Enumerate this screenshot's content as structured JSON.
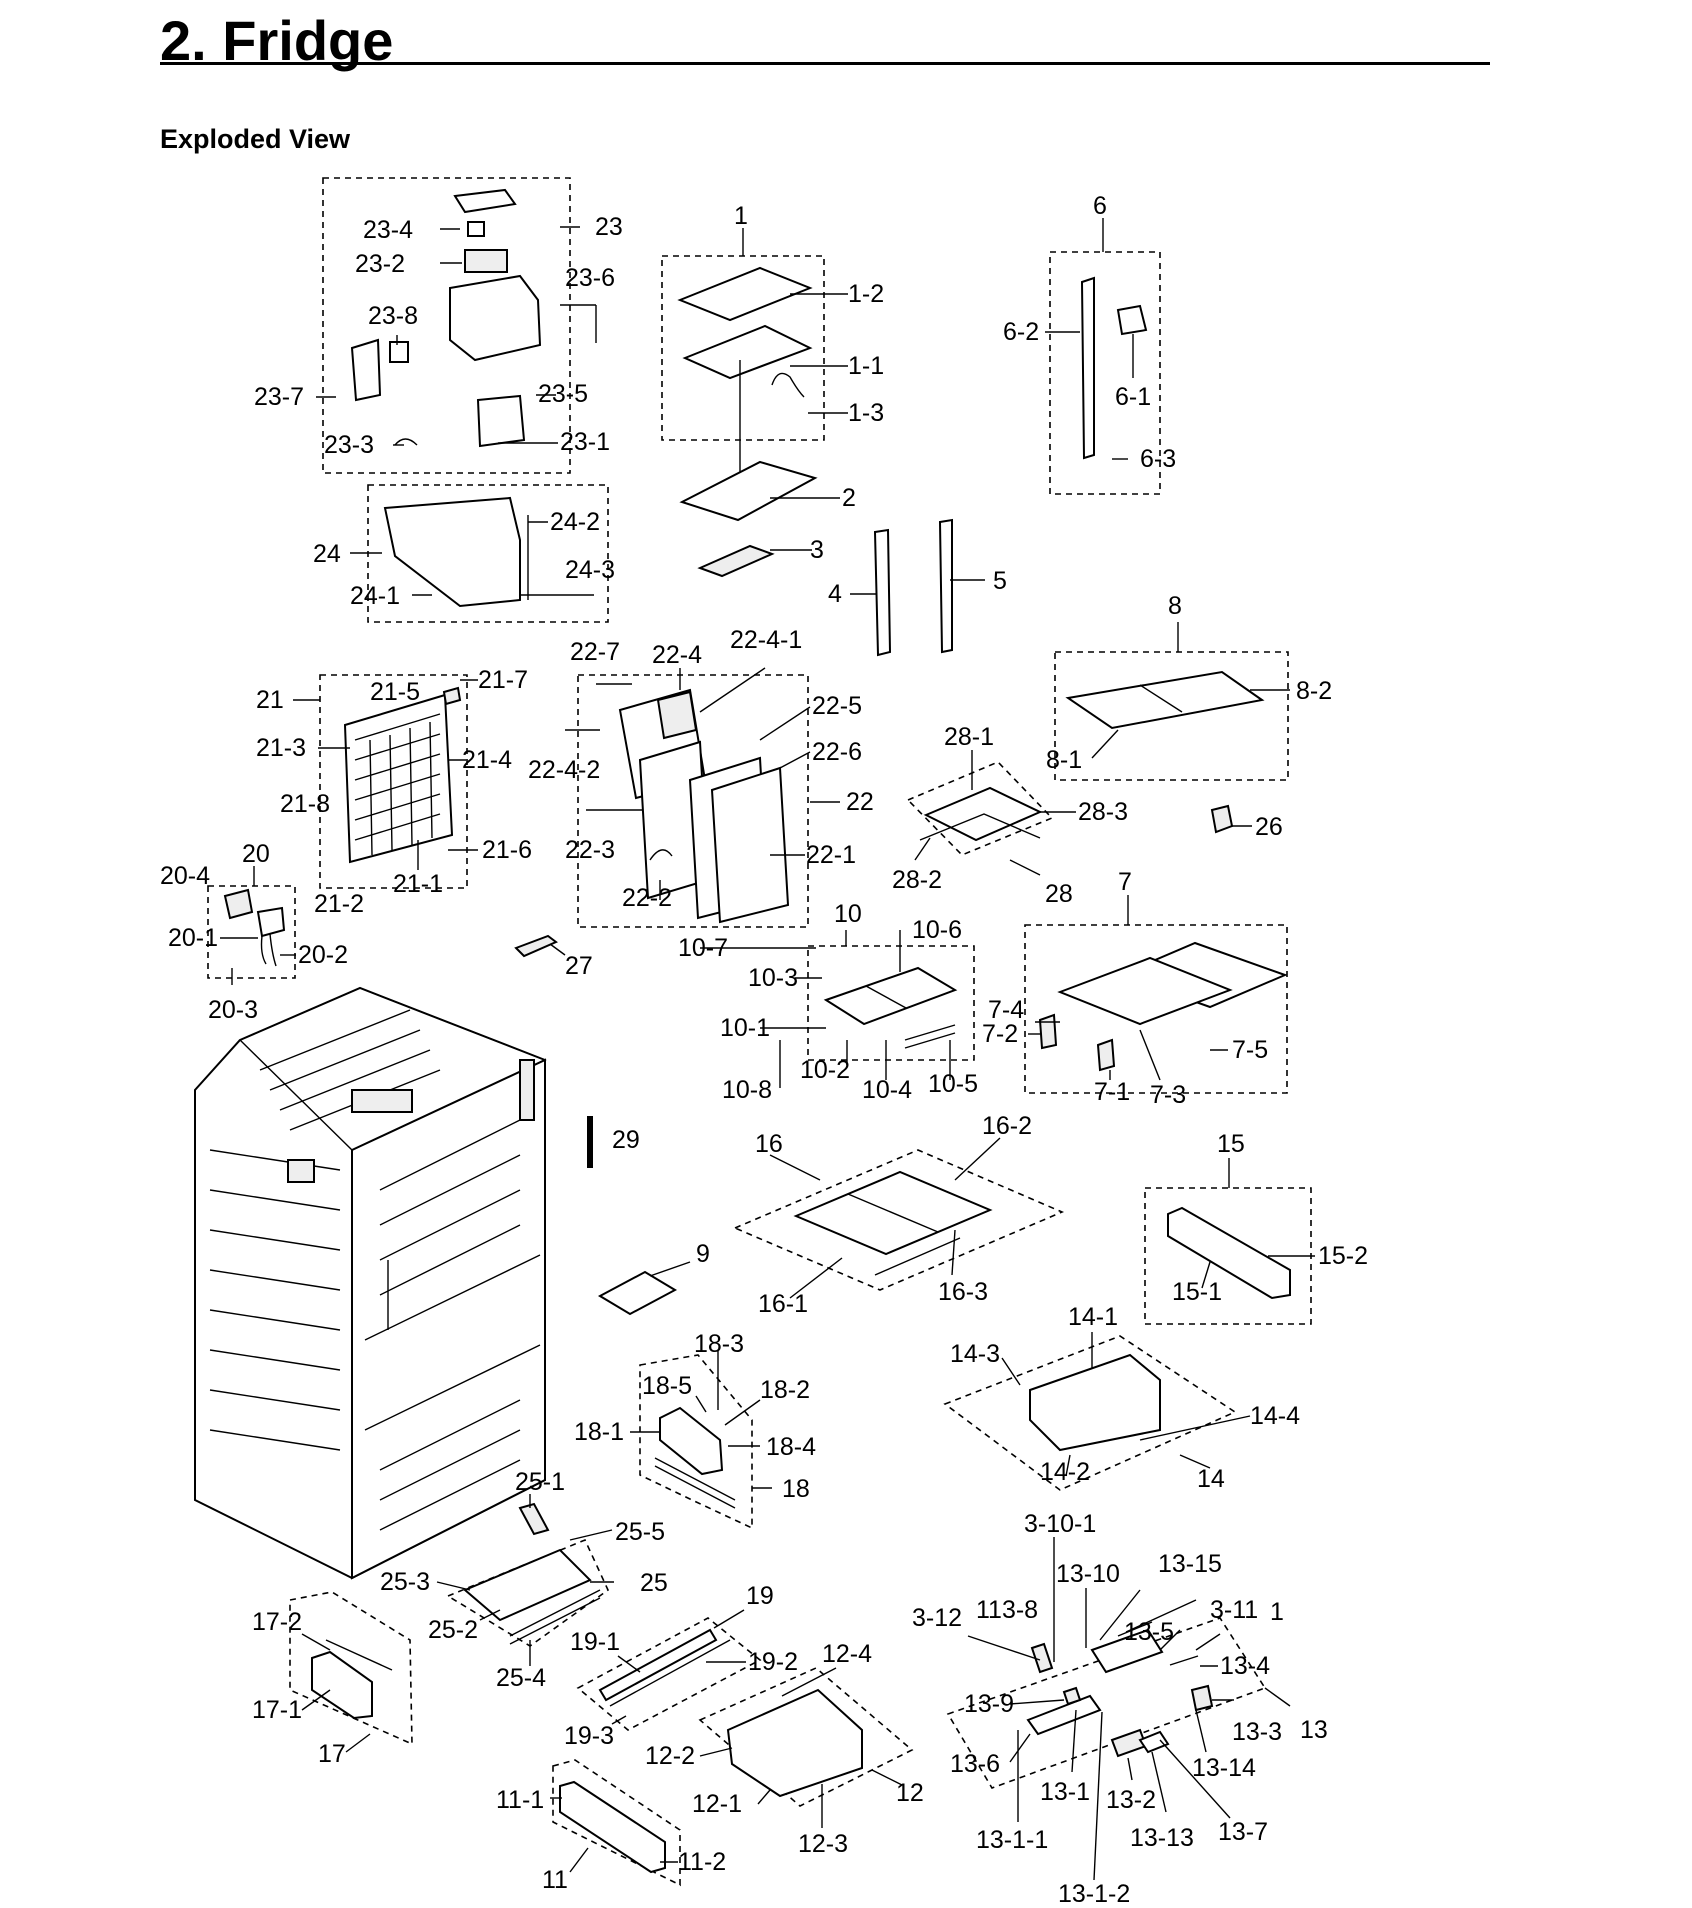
{
  "page_title": "2.  Fridge",
  "section_heading": "Exploded View",
  "part_labels": {
    "p1": "1",
    "p1_1": "1-1",
    "p1_2": "1-2",
    "p1_3": "1-3",
    "p2": "2",
    "p3": "3",
    "p4": "4",
    "p5": "5",
    "p6": "6",
    "p6_1": "6-1",
    "p6_2": "6-2",
    "p6_3": "6-3",
    "p7": "7",
    "p7_1": "7-1",
    "p7_2": "7-2",
    "p7_3": "7-3",
    "p7_4": "7-4",
    "p7_5": "7-5",
    "p8": "8",
    "p8_1": "8-1",
    "p8_2": "8-2",
    "p9": "9",
    "p10": "10",
    "p10_1": "10-1",
    "p10_2": "10-2",
    "p10_3": "10-3",
    "p10_4": "10-4",
    "p10_5": "10-5",
    "p10_6": "10-6",
    "p10_7": "10-7",
    "p10_8": "10-8",
    "p11": "11",
    "p11_1": "11-1",
    "p11_2": "11-2",
    "p12": "12",
    "p12_1": "12-1",
    "p12_2": "12-2",
    "p12_3": "12-3",
    "p12_4": "12-4",
    "p13": "13",
    "p13_1": "13-1",
    "p13_1_1": "13-1-1",
    "p13_1_2": "13-1-2",
    "p13_2": "13-2",
    "p13_3": "13-3",
    "p13_4": "13-4",
    "p13_5": "13-5",
    "p13_6": "13-6",
    "p13_7": "13-7",
    "p13_8": "113-8",
    "p13_9": "13-9",
    "p13_10": "13-10",
    "p13_13": "13-13",
    "p13_14": "13-14",
    "p13_15": "13-15",
    "p3_10_1": "3-10-1",
    "p3_11": "3-11",
    "p3_11_suffix": "1",
    "p3_12": "3-12",
    "p14": "14",
    "p14_1": "14-1",
    "p14_2": "14-2",
    "p14_3": "14-3",
    "p14_4": "14-4",
    "p15": "15",
    "p15_1": "15-1",
    "p15_2": "15-2",
    "p16": "16",
    "p16_1": "16-1",
    "p16_2": "16-2",
    "p16_3": "16-3",
    "p17": "17",
    "p17_1": "17-1",
    "p17_2": "17-2",
    "p18": "18",
    "p18_1": "18-1",
    "p18_2": "18-2",
    "p18_3": "18-3",
    "p18_4": "18-4",
    "p18_5": "18-5",
    "p19": "19",
    "p19_1": "19-1",
    "p19_2": "19-2",
    "p19_3": "19-3",
    "p20": "20",
    "p20_1": "20-1",
    "p20_2": "20-2",
    "p20_3": "20-3",
    "p20_4": "20-4",
    "p21": "21",
    "p21_1": "21-1",
    "p21_2": "21-2",
    "p21_3": "21-3",
    "p21_4": "21-4",
    "p21_5": "21-5",
    "p21_6": "21-6",
    "p21_7": "21-7",
    "p21_8": "21-8",
    "p22": "22",
    "p22_1": "22-1",
    "p22_2": "22-2",
    "p22_3": "22-3",
    "p22_4": "22-4",
    "p22_4_1": "22-4-1",
    "p22_4_2": "22-4-2",
    "p22_5": "22-5",
    "p22_6": "22-6",
    "p22_7": "22-7",
    "p23": "23",
    "p23_1": "23-1",
    "p23_2": "23-2",
    "p23_3": "23-3",
    "p23_4": "23-4",
    "p23_5": "23-5",
    "p23_6": "23-6",
    "p23_7": "23-7",
    "p23_8": "23-8",
    "p24": "24",
    "p24_1": "24-1",
    "p24_2": "24-2",
    "p24_3": "24-3",
    "p25": "25",
    "p25_1": "25-1",
    "p25_2": "25-2",
    "p25_3": "25-3",
    "p25_4": "25-4",
    "p25_5": "25-5",
    "p26": "26",
    "p27": "27",
    "p28": "28",
    "p28_1": "28-1",
    "p28_2": "28-2",
    "p28_3": "28-3",
    "p29": "29"
  }
}
